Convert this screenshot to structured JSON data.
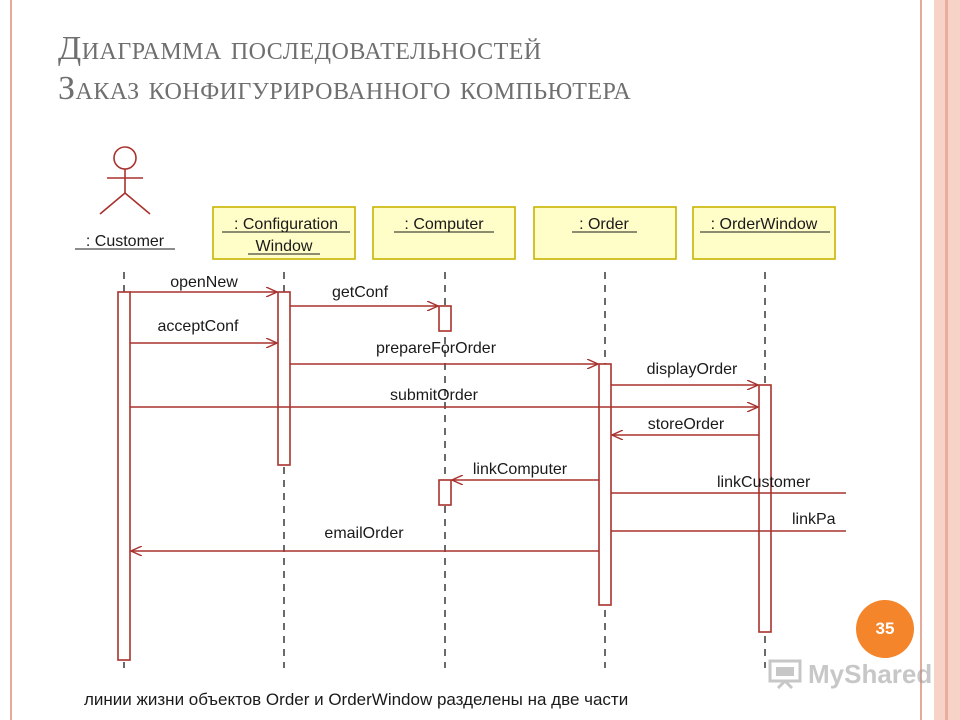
{
  "title": {
    "line1": "Диаграмма последовательностей",
    "line2": "Заказ конфигурированного компьютера"
  },
  "actor": {
    "label": ": Customer"
  },
  "objects": [
    {
      "id": "config",
      "label_line1": ": Configuration",
      "label_line2": "Window"
    },
    {
      "id": "computer",
      "label_line1": ": Computer"
    },
    {
      "id": "order",
      "label_line1": ": Order"
    },
    {
      "id": "orderwindow",
      "label_line1": ": OrderWindow"
    }
  ],
  "messages": [
    {
      "from": "customer",
      "to": "config",
      "label": "openNew"
    },
    {
      "from": "config",
      "to": "computer",
      "label": "getConf"
    },
    {
      "from": "customer",
      "to": "config",
      "label": "acceptConf"
    },
    {
      "from": "config",
      "to": "order",
      "label": "prepareForOrder"
    },
    {
      "from": "order",
      "to": "orderwindow",
      "label": "displayOrder"
    },
    {
      "from": "customer",
      "to": "orderwindow",
      "label": "submitOrder"
    },
    {
      "from": "orderwindow",
      "to": "order",
      "label": "storeOrder"
    },
    {
      "from": "order",
      "to": "computer",
      "label": "linkComputer"
    },
    {
      "from": "order",
      "to": "offscreen",
      "label": "linkCustomer"
    },
    {
      "from": "order",
      "to": "offscreen",
      "label": "linkPa"
    },
    {
      "from": "order",
      "to": "customer",
      "label": "emailOrder"
    }
  ],
  "caption": "линии жизни объектов Order и OrderWindow разделены на две части",
  "page_number": "35",
  "watermark": {
    "text": "MyShared",
    "icon": "projector-screen-icon"
  },
  "colors": {
    "line": "#a8322e",
    "object_fill": "#fffdc8",
    "object_border": "#c8b400",
    "title": "#6f6f6f",
    "badge": "#f4852a",
    "frame": "#e7a99a"
  }
}
